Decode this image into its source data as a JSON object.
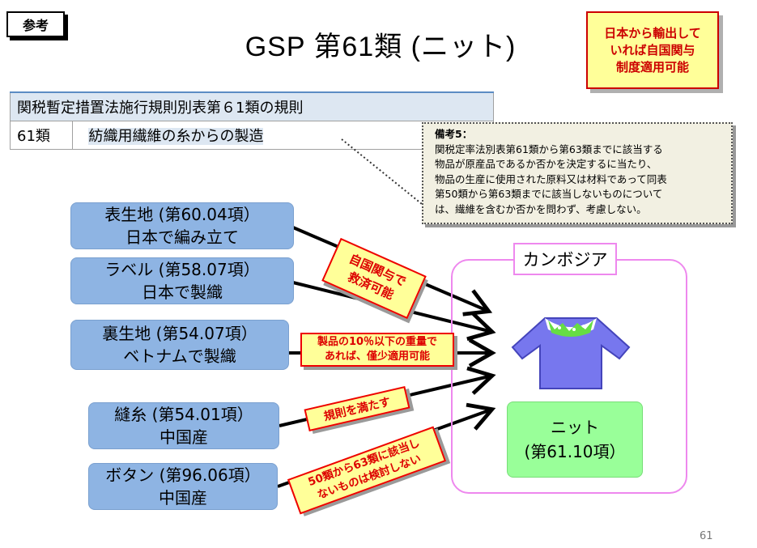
{
  "header": {
    "ref_tag": "参考",
    "title": "GSP  第61類 (ニット)",
    "note_lines": [
      "日本から輸出して",
      "いれば自国関与",
      "制度適用可能"
    ]
  },
  "rule_table": {
    "heading": "関税暫定措置法施行規則別表第６1類の規則",
    "number": "61類",
    "rule": "紡織用繊維の糸からの製造"
  },
  "remark": {
    "title": "備考5：",
    "lines": [
      "関税定率法別表第61類から第63類までに該当する",
      "物品が原産品であるか否かを決定するに当たり、",
      "物品の生産に使用された原料又は材料であって同表",
      "第50類から第63類までに該当しないものについて",
      "は、繊維を含むか否かを問わず、考慮しない。"
    ]
  },
  "parts": [
    {
      "line1": "表生地 (第60.04項）",
      "line2": "日本で編み立て"
    },
    {
      "line1": "ラベル (第58.07項）",
      "line2": "日本で製織"
    },
    {
      "line1": "裏生地 (第54.07項）",
      "line2": "ベトナムで製織"
    },
    {
      "line1": "縫糸 (第54.01項）",
      "line2": "中国産"
    },
    {
      "line1": "ボタン (第96.06項）",
      "line2": "中国産"
    }
  ],
  "callouts": {
    "self_country": [
      "自国関与で",
      "救済可能"
    ],
    "de_minimis": [
      "製品の10％以下の重量で",
      "あれば、僅少適用可能"
    ],
    "satisfies": [
      "規則を満たす"
    ],
    "not_considered": [
      "50類から63類に該当し",
      "ないものは検討しない"
    ]
  },
  "destination": {
    "country": "カンボジア",
    "product_line1": "ニット",
    "product_line2": "(第61.10項）"
  },
  "icons": {
    "sweater": "sweater-icon",
    "arrow": "arrow-right-icon"
  },
  "page_number": "61"
}
